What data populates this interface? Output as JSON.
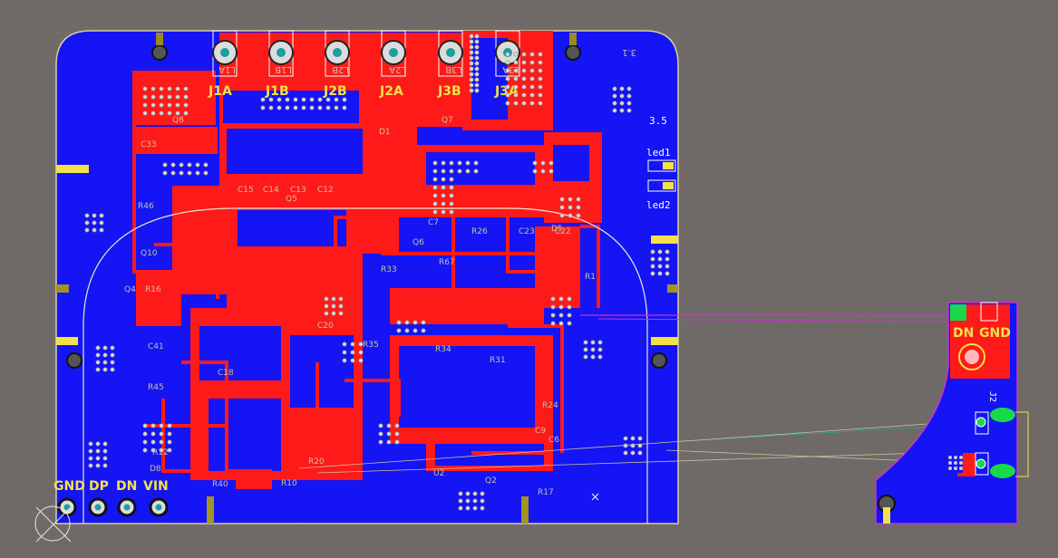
{
  "main_board": {
    "connectors_top": [
      "J1A",
      "J1B",
      "J2B",
      "J2A",
      "J3B",
      "J3A"
    ],
    "connector_pins_text": [
      "L1A",
      "L1B",
      "L2B",
      "L2A",
      "L3B",
      "L3A"
    ],
    "bottom_pads": [
      "GND",
      "DP",
      "DN",
      "VIN"
    ],
    "side_labels": {
      "led1": "led1",
      "led2": "led2",
      "ver": "3.5",
      "corner": "3.1"
    },
    "components": [
      "C33",
      "C15",
      "C14",
      "C13",
      "C12",
      "Q5",
      "Q8",
      "Q7",
      "D1",
      "R46",
      "Q10",
      "C7",
      "R26",
      "C23",
      "C22",
      "R1",
      "D5",
      "Q4",
      "R16",
      "C41",
      "R45",
      "C18",
      "R40",
      "D8",
      "R12",
      "R10",
      "R20",
      "R17",
      "R67",
      "Q2",
      "U2",
      "C9",
      "C20",
      "R35",
      "R34",
      "R33",
      "Q6",
      "R31",
      "R24",
      "C6"
    ],
    "colors": {
      "copper_top": "#ff1a1a",
      "copper_fill": "#1414f5",
      "silk": "#f2e14a",
      "outline": "#ffffff",
      "background": "#6f6a67"
    }
  },
  "small_board": {
    "pad_labels": [
      "DN",
      "GND"
    ],
    "designator": "J2"
  }
}
